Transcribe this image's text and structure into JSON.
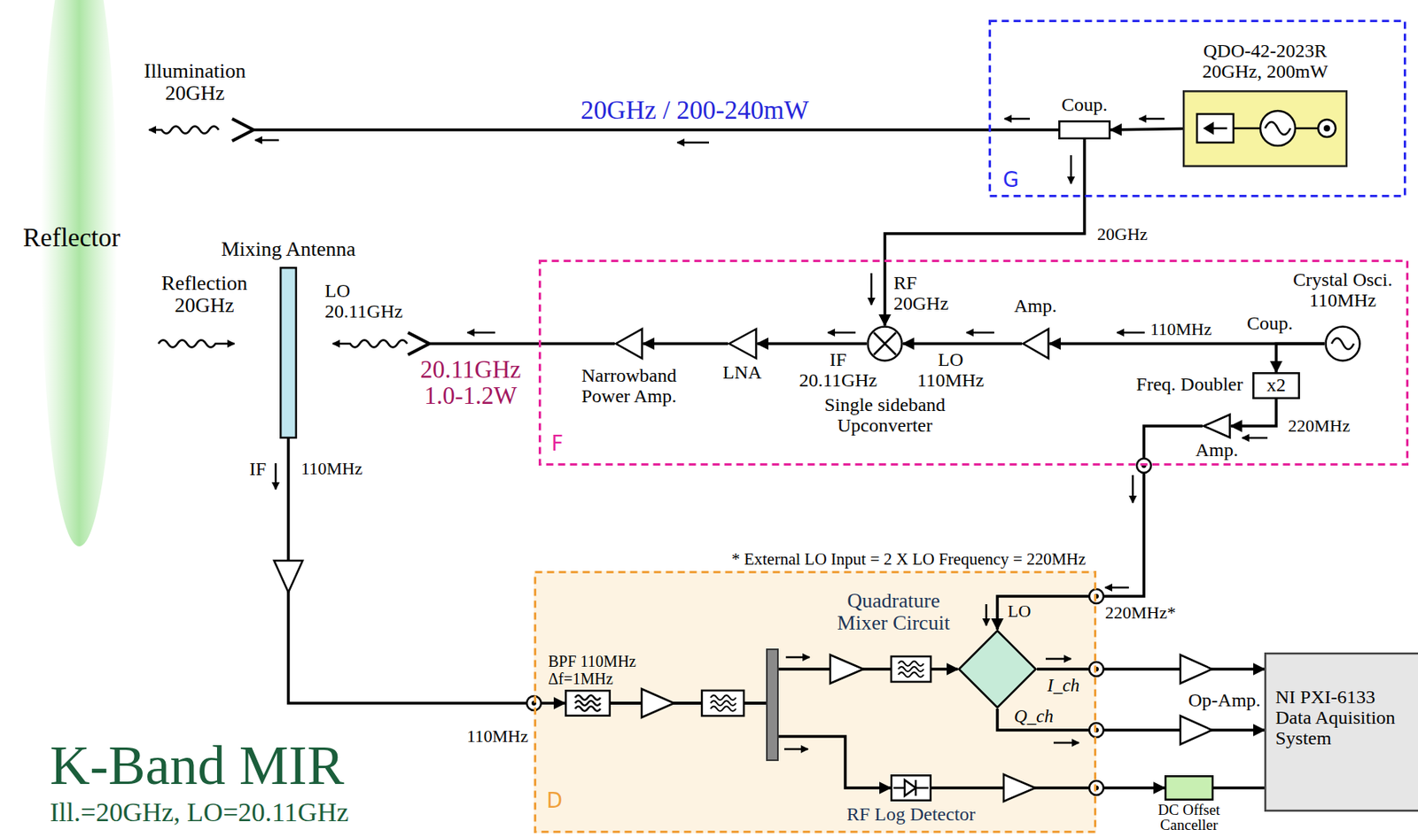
{
  "diagram": {
    "title": "K-Band MIR",
    "nodes": [
      {
        "text": [
          "G"
        ]
      },
      {
        "text": [
          "QDO-42-2023R 20GHz, 200mW"
        ],
        "in": 0
      },
      {
        "text": [
          "Coup."
        ],
        "in": 0
      },
      {
        "text": [
          "F"
        ]
      },
      {
        "text": [
          "Narrowband Power Amp."
        ],
        "in": 3
      },
      {
        "text": [
          "LNA"
        ],
        "in": 3
      },
      {
        "text": [
          "Single sideband Upconverter"
        ],
        "in": 3
      },
      {
        "text": [
          "Amp."
        ],
        "in": 3
      },
      {
        "text": [
          "Crystal Osci. 110MHz"
        ],
        "in": 3
      },
      {
        "text": [
          "Freq. Doubler",
          "x2"
        ],
        "in": 3
      },
      {
        "text": [
          "Amp."
        ],
        "in": 3
      },
      {
        "text": [
          "Mixing Antenna"
        ]
      },
      {
        "text": [
          "D"
        ]
      },
      {
        "text": [
          "BPF 110MHz Δf=1MHz"
        ],
        "in": 12
      },
      {
        "text": [
          "Quadrature Mixer Circuit"
        ],
        "in": 12
      },
      {
        "text": [
          "RF Log Detector"
        ],
        "in": 12
      },
      {
        "text": [
          "NI PXI-6133 Data Aquisition System"
        ]
      },
      {
        "text": [
          "DC Offset Canceller"
        ]
      }
    ],
    "edges": [
      {
        "from": 1,
        "to": 2,
        "arrow": "to"
      },
      {
        "from": 2,
        "to": 6,
        "arrow": "to"
      },
      {
        "from": 8,
        "to": 7,
        "arrow": "to"
      },
      {
        "from": 7,
        "to": 6,
        "arrow": "to"
      },
      {
        "from": 6,
        "to": 5,
        "arrow": "to"
      },
      {
        "from": 5,
        "to": 4,
        "arrow": "to"
      },
      {
        "from": 8,
        "to": 9,
        "arrow": "to"
      },
      {
        "from": 9,
        "to": 10,
        "arrow": "to"
      },
      {
        "from": 10,
        "to": 14,
        "arrow": "to"
      },
      {
        "from": 11,
        "to": 13,
        "arrow": "to"
      },
      {
        "from": 13,
        "to": 14,
        "arrow": "to"
      },
      {
        "from": 13,
        "to": 15,
        "arrow": "to"
      },
      {
        "from": 14,
        "to": 16,
        "arrow": "to"
      },
      {
        "from": 14,
        "to": 16,
        "arrow": "to"
      },
      {
        "from": 15,
        "to": 17,
        "arrow": "to"
      },
      {
        "from": 17,
        "to": 16,
        "arrow": "none"
      }
    ],
    "labels": [
      "Illumination 20GHz",
      "20GHz / 200-240mW",
      "Reflector",
      "Reflection 20GHz",
      "LO 20.11GHz",
      "20.11GHz 1.0-1.2W",
      "IF",
      "110MHz",
      "20GHz",
      "RF 20GHz",
      "IF 20.11GHz",
      "LO 110MHz",
      "110MHz",
      "Coup.",
      "220MHz",
      "* External LO Input = 2 X LO Frequency = 220MHz",
      "220MHz*",
      "LO",
      "I_ch",
      "Q_ch",
      "110MHz",
      "Op-Amp.",
      "Ill.=20GHz, LO=20.11GHz"
    ]
  }
}
